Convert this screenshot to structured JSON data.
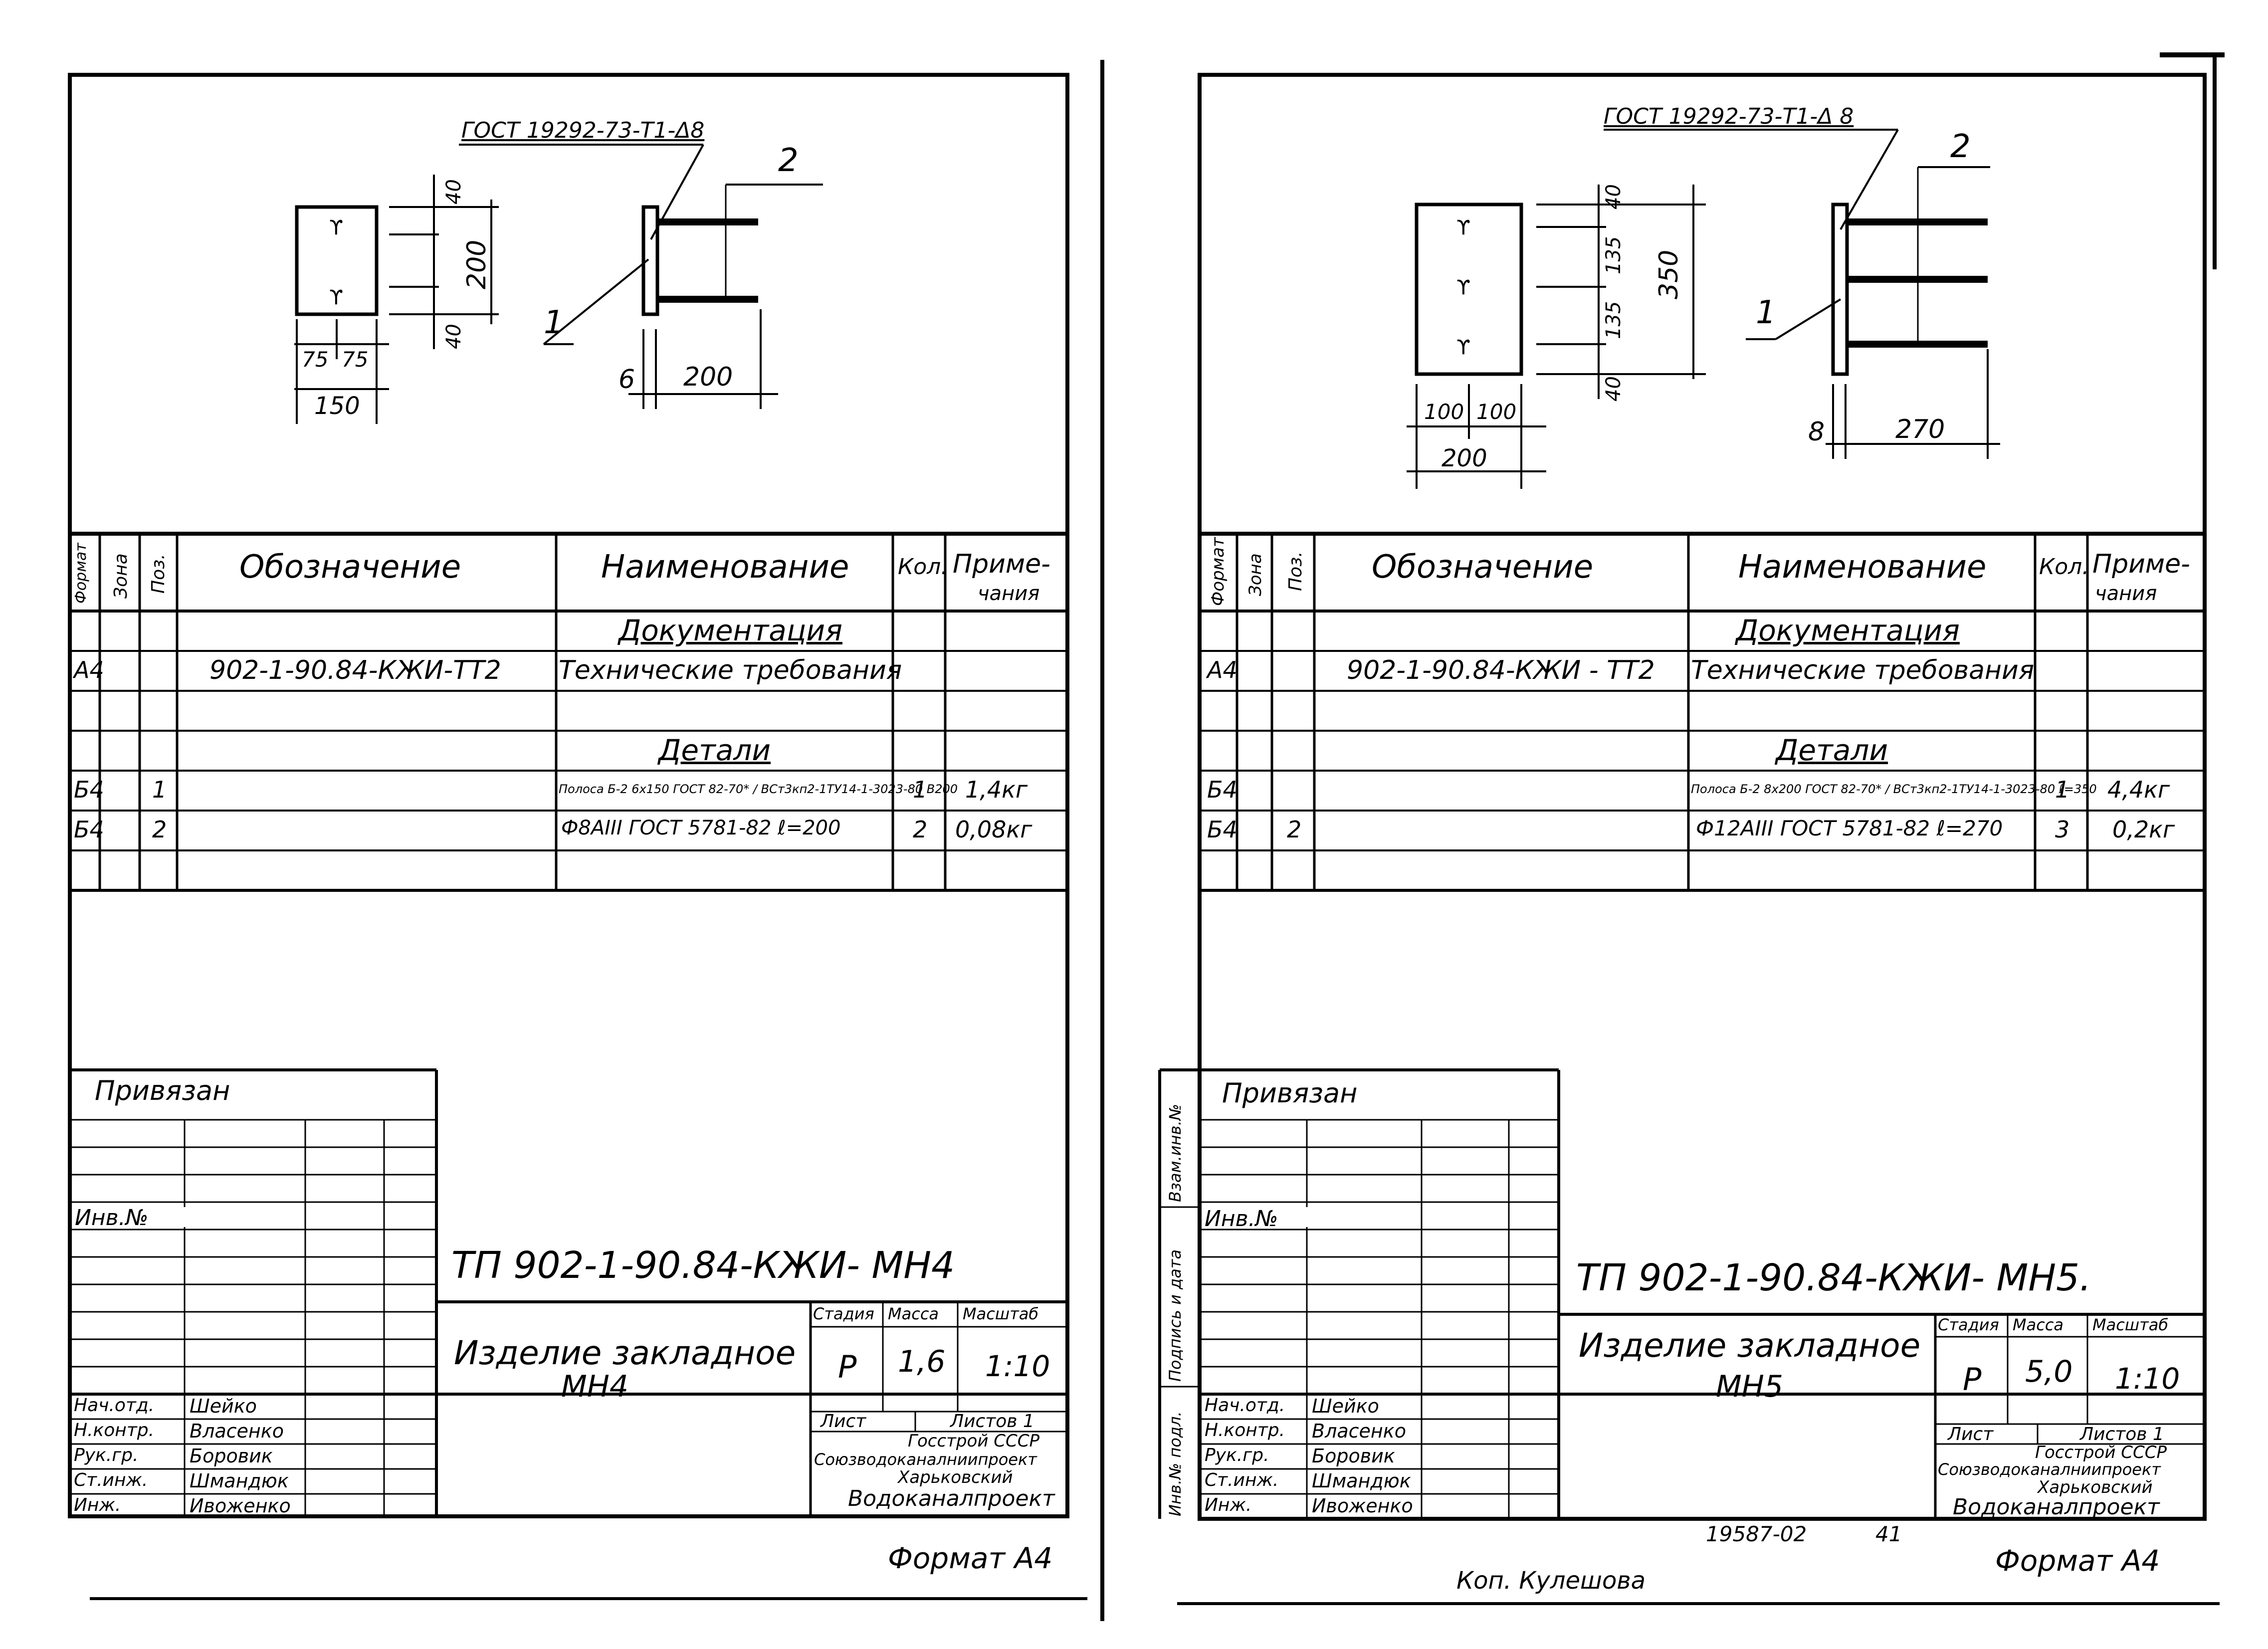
{
  "sheets": [
    {
      "drawing": {
        "weld_callout": "ГОСТ 19292-73-Т1-Δ8",
        "pos1": "1",
        "pos2": "2",
        "plate_dims": {
          "top": "40",
          "bottom": "40",
          "height": "200",
          "w1": "75",
          "w2": "75",
          "width": "150"
        },
        "bar_dims": {
          "thickness": "6",
          "length": "200"
        }
      },
      "spec": {
        "headers": {
          "format": "Формат",
          "zone": "Зона",
          "pos": "Поз.",
          "designation": "Обозначение",
          "name": "Наименование",
          "qty": "Кол.",
          "note_1": "Приме-",
          "note_2": "чания"
        },
        "section_docs": "Документация",
        "doc_row": {
          "format": "А4",
          "designation": "902-1-90.84-КЖИ-ТТ2",
          "name": "Технические требования"
        },
        "section_parts": "Детали",
        "rows": [
          {
            "format": "Б4",
            "pos": "1",
            "name": "Полоса Б-2 6х150 ГОСТ 82-70* / ВСт3кп2-1ТУ14-1-3023-80 В200",
            "qty": "1",
            "note": "1,4кг"
          },
          {
            "format": "Б4",
            "pos": "2",
            "name": "Ф8АIII ГОСТ 5781-82 ℓ=200",
            "qty": "2",
            "note": "0,08кг"
          }
        ]
      },
      "title_block": {
        "privyazan": "Привязан",
        "inv_no": "Инв.№",
        "code": "ТП 902-1-90.84-КЖИ- МН4",
        "item_1": "Изделие закладное",
        "item_2": "МН4",
        "stage_h": "Стадия",
        "mass_h": "Масса",
        "scale_h": "Масштаб",
        "stage": "Р",
        "mass": "1,6",
        "scale": "1:10",
        "sheet_h": "Лист",
        "sheets_h": "Листов 1",
        "org_1": "Госстрой СССР",
        "org_2": "Союзводоканалниипроект",
        "org_3": "Харьковский",
        "org_4": "Водоканалпроект",
        "people": [
          {
            "role": "Нач.отд.",
            "name": "Шейко"
          },
          {
            "role": "Н.контр.",
            "name": "Власенко"
          },
          {
            "role": "Рук.гр.",
            "name": "Боровик"
          },
          {
            "role": "Ст.инж.",
            "name": "Шмандюк"
          },
          {
            "role": "Инж.",
            "name": "Ивоженко"
          }
        ]
      },
      "format_label": "Формат А4"
    },
    {
      "drawing": {
        "weld_callout": "ГОСТ 19292-73-Т1-Δ 8",
        "pos1": "1",
        "pos2": "2",
        "plate_dims": {
          "top": "40",
          "mid1": "135",
          "mid2": "135",
          "bottom": "40",
          "height": "350",
          "w1": "100",
          "w2": "100",
          "width": "200"
        },
        "bar_dims": {
          "thickness": "8",
          "length": "270"
        }
      },
      "spec": {
        "headers": {
          "format": "Формат",
          "zone": "Зона",
          "pos": "Поз.",
          "designation": "Обозначение",
          "name": "Наименование",
          "qty": "Кол.",
          "note_1": "Приме-",
          "note_2": "чания"
        },
        "section_docs": "Документация",
        "doc_row": {
          "format": "А4",
          "designation": "902-1-90.84-КЖИ - ТТ2",
          "name": "Технические требования"
        },
        "section_parts": "Детали",
        "rows": [
          {
            "format": "Б4",
            "pos": "",
            "name": "Полоса Б-2 8х200 ГОСТ 82-70* / ВСт3кп2-1ТУ14-1-3023-80 ℓ=350",
            "qty": "1",
            "note": "4,4кг"
          },
          {
            "format": "Б4",
            "pos": "2",
            "name": "Ф12АIII ГОСТ 5781-82 ℓ=270",
            "qty": "3",
            "note": "0,2кг"
          }
        ]
      },
      "title_block": {
        "privyazan": "Привязан",
        "inv_no": "Инв.№",
        "code": "ТП 902-1-90.84-КЖИ- МН5.",
        "item_1": "Изделие закладное",
        "item_2": "МН5",
        "stage_h": "Стадия",
        "mass_h": "Масса",
        "scale_h": "Масштаб",
        "stage": "Р",
        "mass": "5,0",
        "scale": "1:10",
        "sheet_h": "Лист",
        "sheets_h": "Листов 1",
        "org_1": "Госстрой СССР",
        "org_2": "Союзводоканалниипроект",
        "org_3": "Харьковский",
        "org_4": "Водоканалпроект",
        "people": [
          {
            "role": "Нач.отд.",
            "name": "Шейко"
          },
          {
            "role": "Н.контр.",
            "name": "Власенко"
          },
          {
            "role": "Рук.гр.",
            "name": "Боровик"
          },
          {
            "role": "Ст.инж.",
            "name": "Шмандюк"
          },
          {
            "role": "Инж.",
            "name": "Ивоженко"
          }
        ]
      },
      "side_labels": {
        "inv_orig": "Инв.№ подл.",
        "sign_date": "Подпись и дата",
        "instead_inv": "Взам.инв.№"
      },
      "format_label": "Формат А4",
      "archive_no": "19587-02",
      "page_no": "41",
      "copied_by": "Коп. Кулешова"
    }
  ]
}
